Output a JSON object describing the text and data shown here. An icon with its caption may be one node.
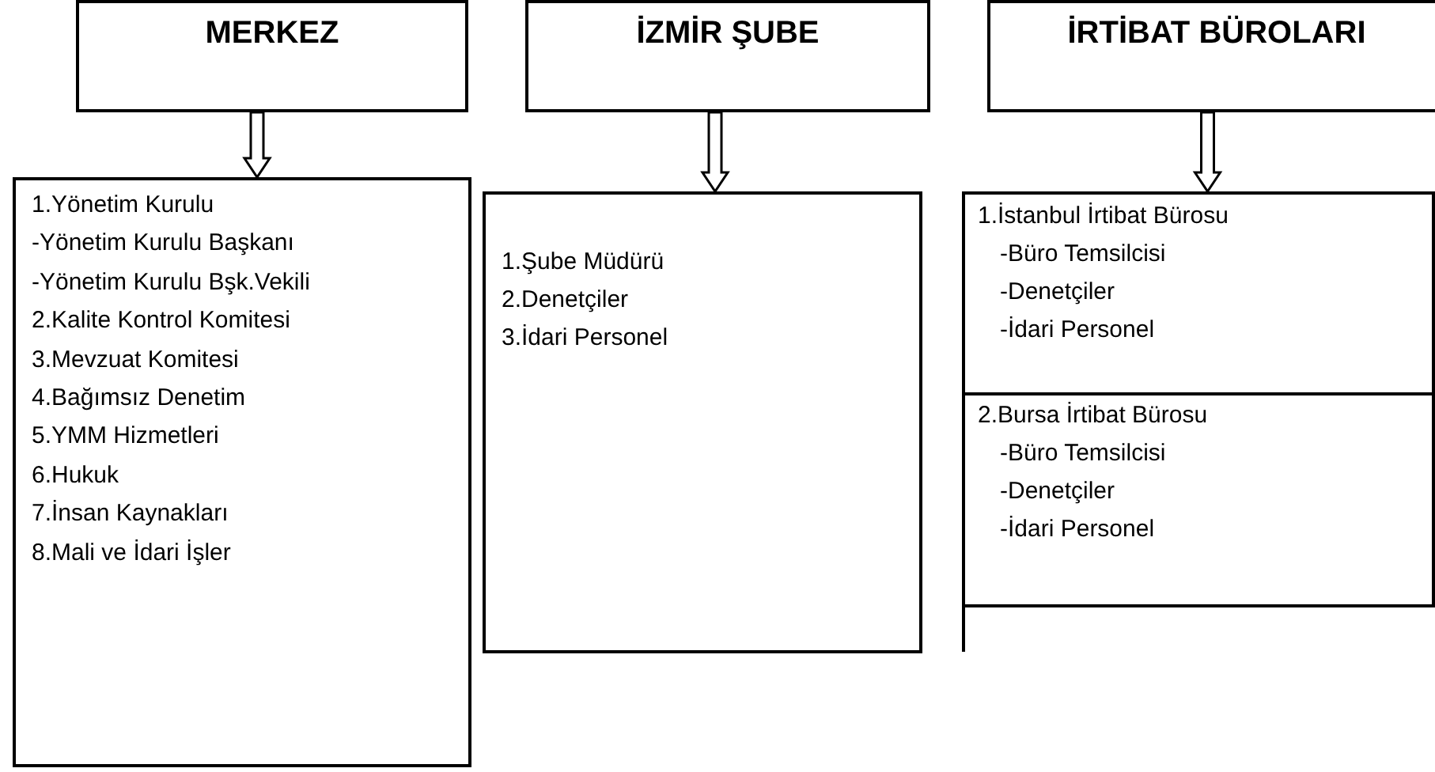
{
  "diagram": {
    "nodes": [
      {
        "text": [
          "MERKEZ"
        ]
      },
      {
        "text": [
          "1.Yönetim Kurulu",
          "-Yönetim Kurulu Başkanı",
          "-Yönetim Kurulu Bşk.Vekili",
          "2.Kalite Kontrol Komitesi",
          "3.Mevzuat Komitesi",
          "4.Bağımsız Denetim",
          "5.YMM Hizmetleri",
          "6.Hukuk",
          "7.İnsan Kaynakları",
          "8.Mali ve  İdari İşler"
        ]
      },
      {
        "text": [
          "İZMİR ŞUBE"
        ]
      },
      {
        "text": [
          "1.Şube Müdürü",
          "2.Denetçiler",
          "3.İdari Personel"
        ]
      },
      {
        "text": [
          "İRTİBAT BÜROLARI"
        ]
      },
      {
        "text": [
          "1.İstanbul İrtibat Bürosu",
          "-Büro Temsilcisi",
          "-Denetçiler",
          "-İdari Personel"
        ]
      },
      {
        "text": [
          "2.Bursa İrtibat Bürosu",
          "-Büro Temsilcisi",
          "-Denetçiler",
          "-İdari Personel"
        ]
      }
    ],
    "edges": [
      {
        "from": 0,
        "to": 1,
        "arrow": "to"
      },
      {
        "from": 2,
        "to": 3,
        "arrow": "to"
      },
      {
        "from": 4,
        "to": 5,
        "arrow": "to"
      }
    ]
  }
}
